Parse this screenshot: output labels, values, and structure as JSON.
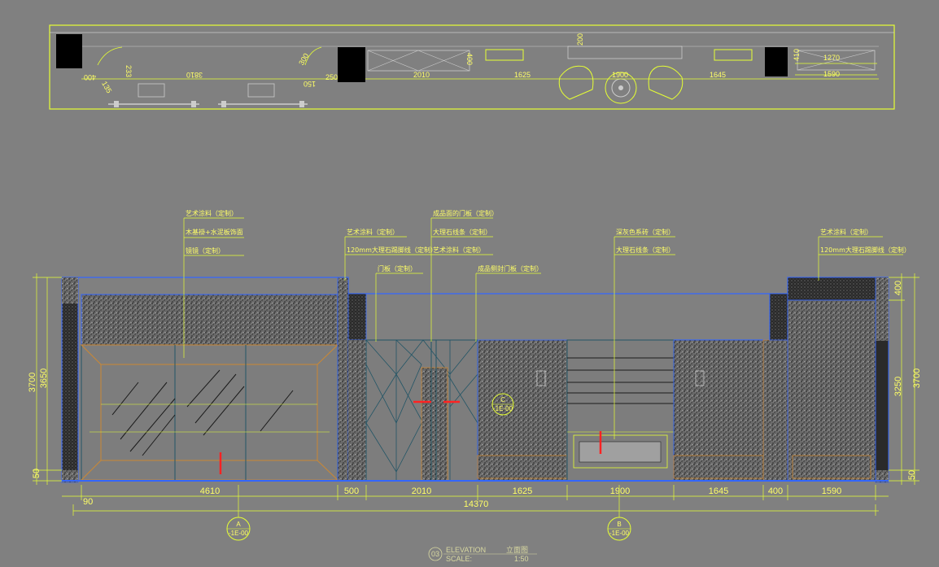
{
  "plan": {
    "dims": [
      "233",
      "400",
      "135",
      "3810",
      "150",
      "250",
      "300",
      "2010",
      "400",
      "200",
      "1625",
      "1900",
      "1645",
      "410",
      "1270",
      "1590"
    ]
  },
  "elevation": {
    "annotations": [
      "艺术涂料（定制）",
      "木基褂+水泥板饰面",
      "镜镜（定制）",
      "艺术涂料（定制）",
      "120mm大理石踢脚线（定制）",
      "成品面的门板（定制）",
      "大理石线条（定制）",
      "艺术涂料（定制）",
      "门板（定制）",
      "成品侧封门板（定制）",
      "深灰色系砖（定制）",
      "大理石线条（定制）",
      "艺术涂料（定制）",
      "120mm大理石踢脚线（定制）"
    ],
    "left_dims": [
      "3700",
      "3650",
      "50"
    ],
    "right_dims": [
      "400",
      "3250",
      "3700",
      "50"
    ],
    "bottom_dims": [
      "90",
      "4610",
      "500",
      "2010",
      "1625",
      "1900",
      "1645",
      "400",
      "1590"
    ],
    "total_dim": "14370",
    "section_markers": [
      {
        "letter": "A",
        "ref": "-1E-00"
      },
      {
        "letter": "B",
        "ref": "-1E-00"
      },
      {
        "letter": "C",
        "ref": "-1E-00"
      }
    ]
  },
  "title_block": {
    "number": "03",
    "label_en": "ELEVATION",
    "label_cn": "立面图",
    "scale_label": "SCALE:",
    "scale": "1:50"
  }
}
